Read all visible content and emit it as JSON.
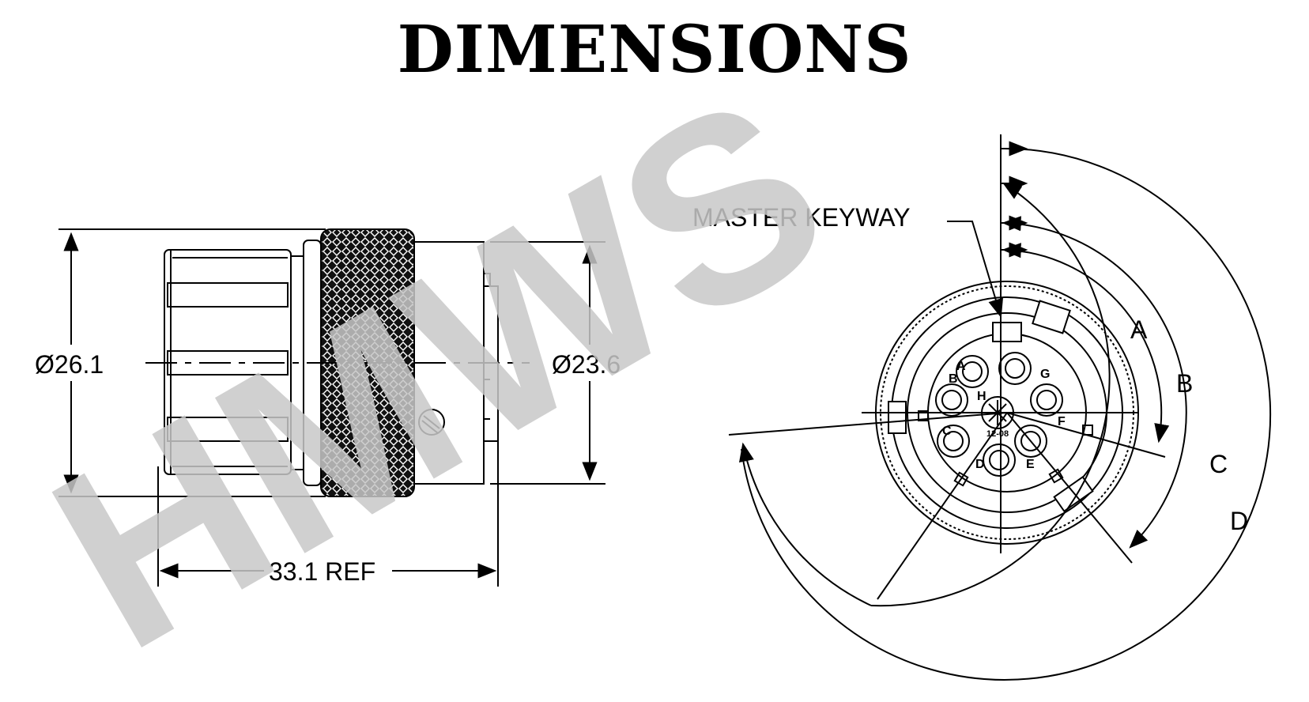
{
  "title": "DIMENSIONS",
  "watermark": "HMWS",
  "side_view": {
    "dia_left": "Ø26.1",
    "dia_right": "Ø23.6",
    "length": "33.1 REF"
  },
  "front_view": {
    "keyway_label": "MASTER KEYWAY",
    "angle_labels": [
      "A",
      "B",
      "C",
      "D"
    ],
    "pin_labels": [
      "A",
      "B",
      "C",
      "D",
      "E",
      "F",
      "G",
      "H"
    ],
    "center_marking": "12-08"
  },
  "colors": {
    "line": "#000000",
    "watermark": "#c8c8c8",
    "background": "#ffffff"
  }
}
